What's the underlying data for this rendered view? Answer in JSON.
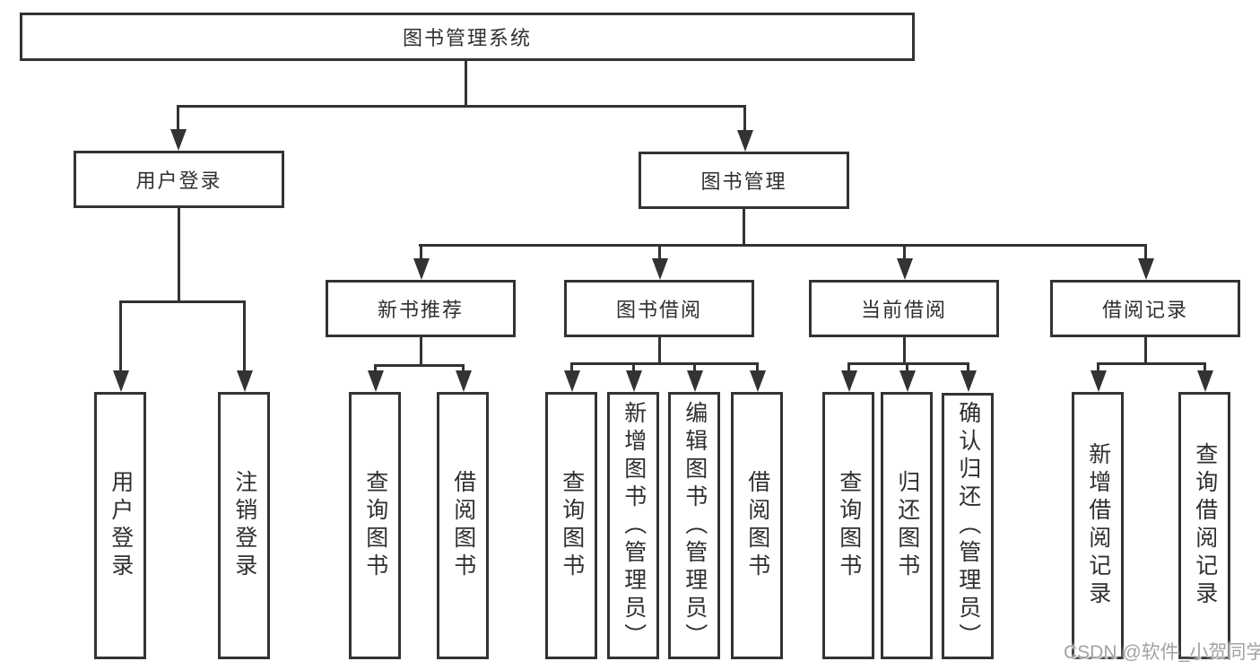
{
  "tree": {
    "label": "图书管理系统",
    "children": [
      {
        "label": "用户登录",
        "children": [
          {
            "label": "用户登录"
          },
          {
            "label": "注销登录"
          }
        ]
      },
      {
        "label": "图书管理",
        "children": [
          {
            "label": "新书推荐",
            "children": [
              {
                "label": "查询图书"
              },
              {
                "label": "借阅图书"
              }
            ]
          },
          {
            "label": "图书借阅",
            "children": [
              {
                "label": "查询图书"
              },
              {
                "label": "新增图书（管理员）"
              },
              {
                "label": "编辑图书（管理员）"
              },
              {
                "label": "借阅图书"
              }
            ]
          },
          {
            "label": "当前借阅",
            "children": [
              {
                "label": "查询图书"
              },
              {
                "label": "归还图书"
              },
              {
                "label": "确认归还（管理员）"
              }
            ]
          },
          {
            "label": "借阅记录",
            "children": [
              {
                "label": "新增借阅记录"
              },
              {
                "label": "查询借阅记录"
              }
            ]
          }
        ]
      }
    ]
  },
  "watermark": {
    "text": "CSDN @软件_小贺同学"
  },
  "colors": {
    "line": "#333333",
    "border": "#333333",
    "text": "#2f2f2f",
    "background": "#ffffff",
    "watermark": "#a3a3a3"
  }
}
